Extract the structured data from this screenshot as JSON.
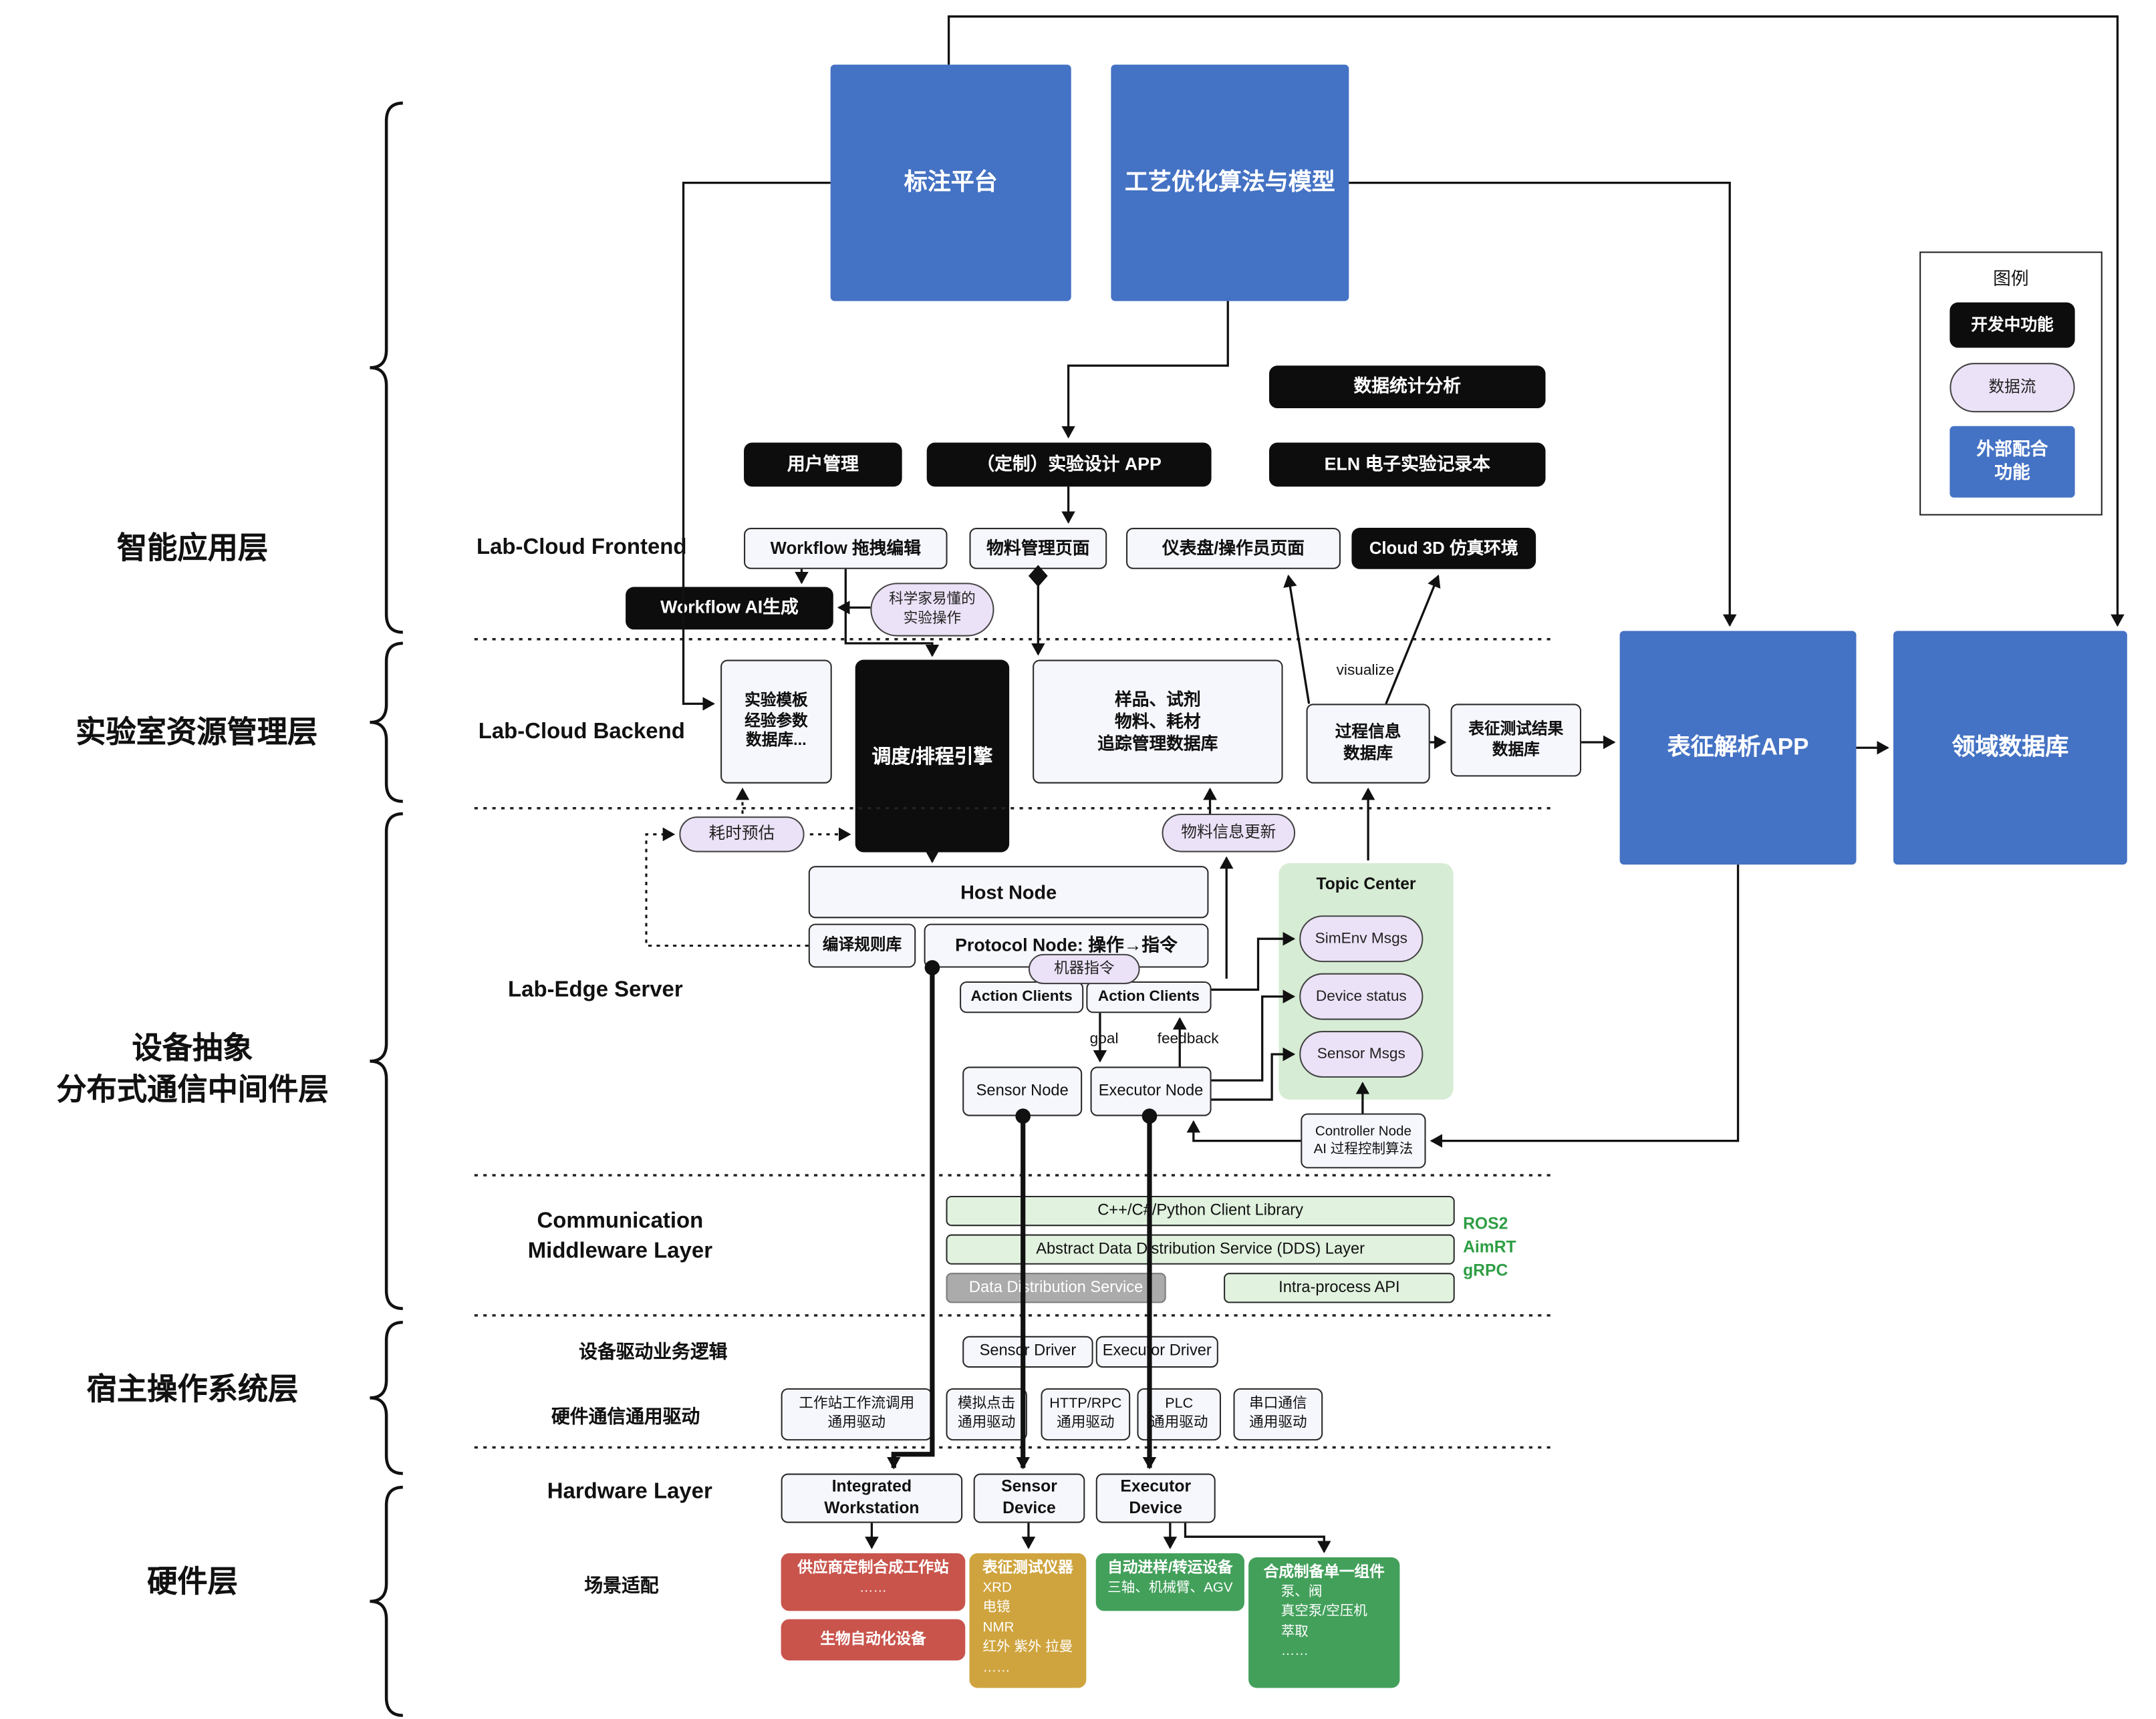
{
  "left_labels": {
    "app": "智能应用层",
    "resource": "实验室资源管理层",
    "middleware": "设备抽象\n分布式通信中间件层",
    "host_os": "宿主操作系统层",
    "hardware": "硬件层"
  },
  "legend": {
    "title": "图例",
    "developing": "开发中功能",
    "dataflow": "数据流",
    "external": "外部配合\n功能"
  },
  "top": {
    "annotation_platform": "标注平台",
    "process_optimization": "工艺优化算法与模型"
  },
  "frontend": {
    "section_label": "Lab-Cloud Frontend",
    "data_stats": "数据统计分析",
    "user_mgmt": "用户管理",
    "custom_design_app": "（定制）实验设计 APP",
    "eln": "ELN 电子实验记录本",
    "workflow_editor": "Workflow 拖拽编辑",
    "material_page": "物料管理页面",
    "dashboard_page": "仪表盘/操作员页面",
    "cloud_3d": "Cloud 3D 仿真环境",
    "workflow_ai": "Workflow AI生成",
    "sci_ops": "科学家易懂的\n实验操作"
  },
  "backend": {
    "section_label": "Lab-Cloud Backend",
    "template_db": "实验模板\n经验参数\n数据库...",
    "scheduler": "调度/排程引擎",
    "sample_db": "样品、试剂\n物料、耗材\n追踪管理数据库",
    "visualize": "visualize",
    "process_db": "过程信息\n数据库",
    "char_result_db": "表征测试结果\n数据库",
    "char_app": "表征解析APP",
    "domain_db": "领域数据库",
    "time_estimate": "耗时预估",
    "material_update": "物料信息更新"
  },
  "edge": {
    "section_label": "Lab-Edge Server",
    "host_node": "Host Node",
    "compile_rules": "编译规则库",
    "protocol_node": "Protocol Node: 操作→指令",
    "machine_cmd": "机器指令",
    "action_clients": "Action Clients",
    "goal": "goal",
    "feedback": "feedback",
    "sensor_node": "Sensor Node",
    "executor_node": "Executor Node",
    "topic_center": "Topic Center",
    "simenv_msgs": "SimEnv Msgs",
    "device_status": "Device status",
    "sensor_msgs": "Sensor Msgs",
    "controller_node": "Controller Node\nAI 过程控制算法"
  },
  "middleware": {
    "section_label": "Communication\nMiddleware Layer",
    "client_lib": "C++/C#/Python Client Library",
    "dds_abstract": "Abstract Data Distribution Service (DDS) Layer",
    "dds_service": "Data Distribution Service",
    "intra_api": "Intra-process API",
    "stack": "ROS2\nAimRT\ngRPC"
  },
  "host_os": {
    "driver_logic_label": "设备驱动业务逻辑",
    "sensor_driver": "Sensor Driver",
    "executor_driver": "Executor Driver",
    "hw_driver_label": "硬件通信通用驱动",
    "drivers": [
      "工作站工作流调用\n通用驱动",
      "模拟点击\n通用驱动",
      "HTTP/RPC\n通用驱动",
      "PLC\n通用驱动",
      "串口通信\n通用驱动"
    ]
  },
  "hardware": {
    "section_label": "Hardware Layer",
    "integrated_workstation": "Integrated Workstation",
    "sensor_device": "Sensor Device",
    "executor_device": "Executor Device",
    "scene_label": "场景适配",
    "vendor_ws": {
      "title": "供应商定制合成工作站",
      "body": "……"
    },
    "bio_auto": "生物自动化设备",
    "char_instruments": {
      "title": "表征测试仪器",
      "body": "XRD\n电镜\nNMR\n红外 紫外 拉曼\n……"
    },
    "transfer_devices": {
      "title": "自动进样/转运设备",
      "body": "三轴、机械臂、AGV"
    },
    "components": {
      "title": "合成制备单一组件",
      "body": "泵、阀\n真空泵/空压机\n萃取\n……"
    }
  },
  "colors": {
    "blue": "#4472c4",
    "black": "#0d0d0d",
    "pill": "#ece2f7",
    "green_light": "#e1f2df",
    "topic_green": "#d7ecd4",
    "gray": "#ababab",
    "red": "#c9544c",
    "gold": "#cfa43e",
    "green": "#43a05b",
    "stack_green": "#2e9e44"
  }
}
